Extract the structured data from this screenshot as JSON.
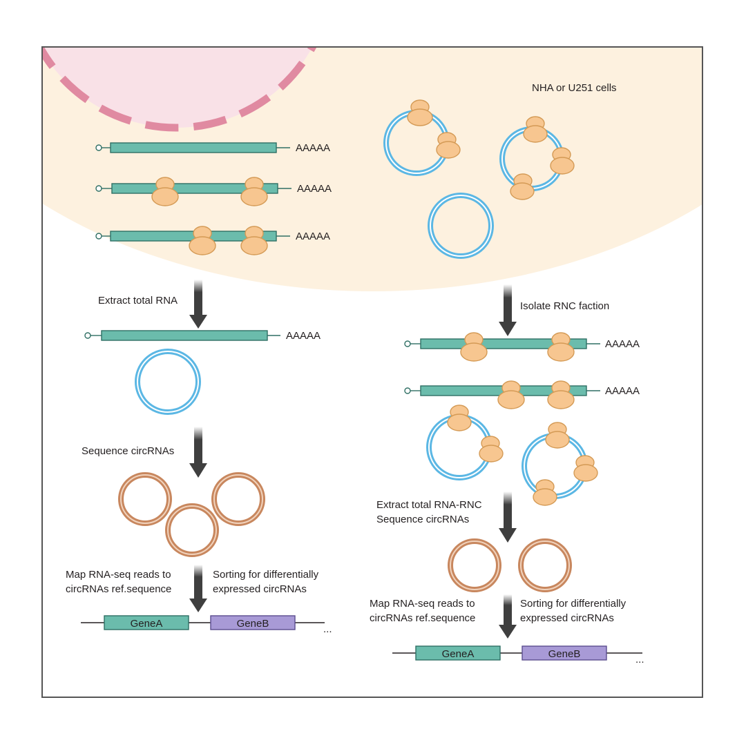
{
  "colors": {
    "cytoplasm": "#fdf1df",
    "nucleus_fill": "#f9e1e7",
    "nucleus_border": "#e08aa1",
    "mrna_fill": "#6bbcac",
    "mrna_stroke": "#2f6f64",
    "circ_ring": "#5bb7e4",
    "ribosome": "#f7c690",
    "ribosome_stroke": "#d49a55",
    "seq_ring": "#c8875e",
    "gene_a": "#6bbcac",
    "gene_b": "#a89ad6",
    "arrow": "#3f3f3f",
    "frame": "#555555"
  },
  "labels": {
    "cells": "NHA or U251 cells",
    "polya": "AAAAA",
    "extract_total": "Extract total RNA",
    "isolate_rnc": "Isolate RNC faction",
    "sequence": "Sequence circRNAs",
    "extract_rnc_line1": "Extract total RNA-RNC",
    "extract_rnc_line2": "Sequence circRNAs",
    "map_line1": "Map RNA-seq reads to",
    "map_line2": "circRNAs ref.sequence",
    "sort_line1": "Sorting for differentially",
    "sort_line2": "expressed circRNAs",
    "gene_a": "GeneA",
    "gene_b": "GeneB",
    "ellipsis": "..."
  }
}
